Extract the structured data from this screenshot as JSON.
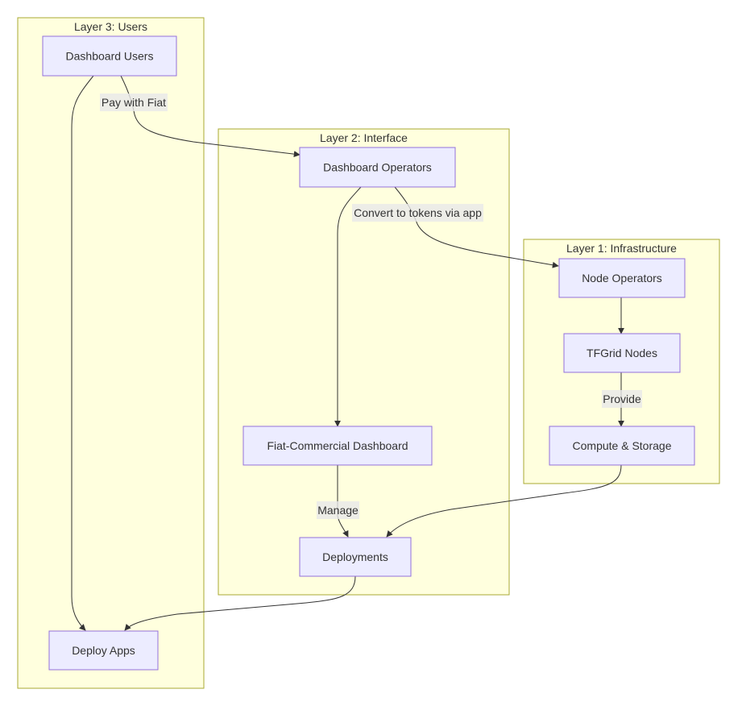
{
  "clusters": {
    "layer3": {
      "title": "Layer 3: Users"
    },
    "layer2": {
      "title": "Layer 2: Interface"
    },
    "layer1": {
      "title": "Layer 1: Infrastructure"
    }
  },
  "nodes": {
    "dashboard_users": "Dashboard Users",
    "deploy_apps": "Deploy Apps",
    "dashboard_operators": "Dashboard Operators",
    "fiat_commercial_dashboard": "Fiat-Commercial Dashboard",
    "deployments": "Deployments",
    "node_operators": "Node Operators",
    "tfgrid_nodes": "TFGrid Nodes",
    "compute_storage": "Compute & Storage"
  },
  "edge_labels": {
    "pay_with_fiat": "Pay with Fiat",
    "convert_to_tokens": "Convert to tokens via app",
    "provide": "Provide",
    "manage": "Manage"
  },
  "colors": {
    "cluster_fill": "#ffffde",
    "cluster_stroke": "#aaaa33",
    "node_fill": "#ececff",
    "node_stroke": "#9370db",
    "edge": "#333333",
    "label_bg": "#e8e8e8"
  }
}
